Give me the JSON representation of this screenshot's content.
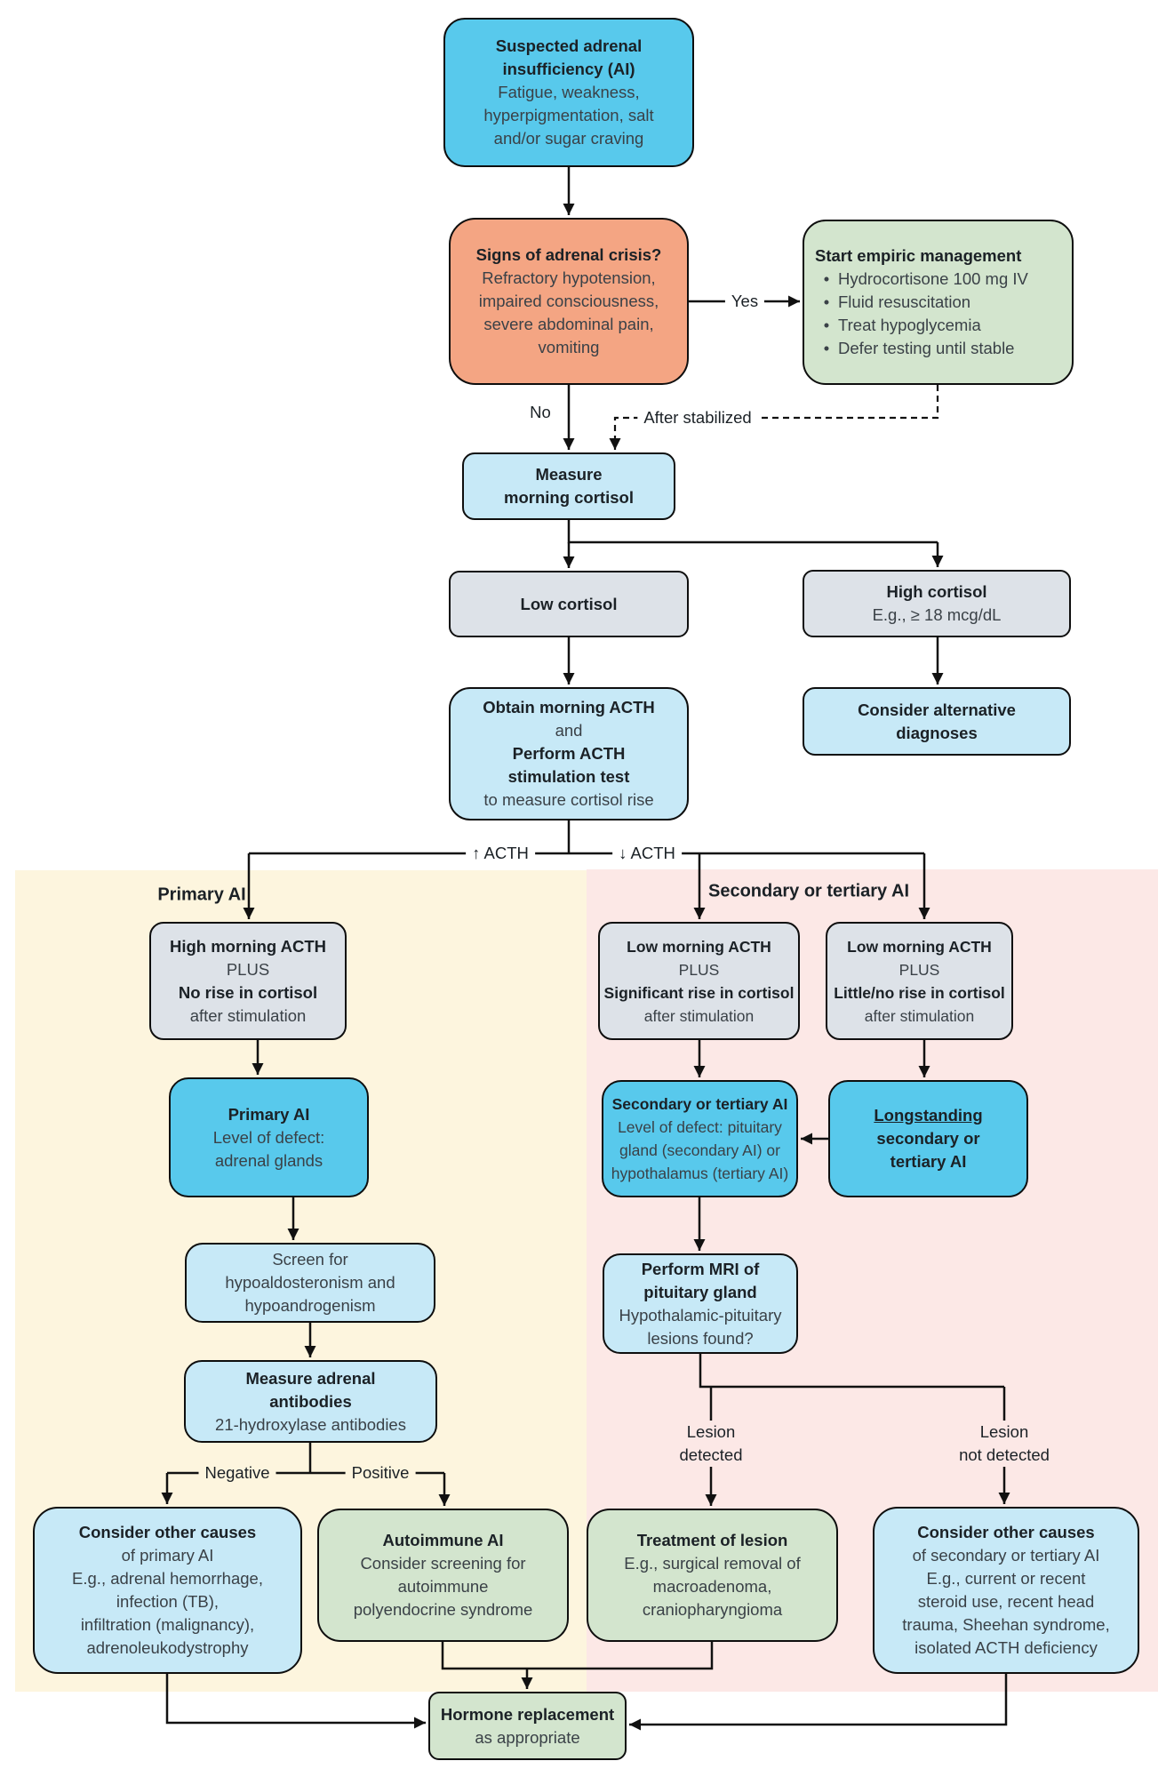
{
  "colors": {
    "bright_blue": "#58C9EC",
    "light_blue": "#C7E9F7",
    "gray": "#DDE2E8",
    "salmon": "#F4A583",
    "green": "#D3E5CE",
    "yellow_panel": "#FDF5DE",
    "pink_panel": "#FCE8E6",
    "line": "#111111"
  },
  "panels": {
    "primary": {
      "heading": "Primary AI"
    },
    "secondary": {
      "heading": "Secondary or tertiary AI"
    }
  },
  "labels": {
    "yes": "Yes",
    "no": "No",
    "after_stabilized": "After stabilized",
    "acth_up": "↑ ACTH",
    "acth_down": "↓ ACTH",
    "negative": "Negative",
    "positive": "Positive",
    "lesion_detected": [
      "Lesion",
      "detected"
    ],
    "lesion_not_detected": [
      "Lesion",
      "not detected"
    ]
  },
  "boxes": {
    "suspected": {
      "lines": [
        "Suspected adrenal",
        "insufficiency (AI)",
        "Fatigue, weakness,",
        "hyperpigmentation, salt",
        "and/or sugar craving"
      ]
    },
    "crisis": {
      "lines": [
        "Signs of adrenal crisis?",
        "Refractory hypotension,",
        "impaired consciousness,",
        "severe abdominal pain,",
        "vomiting"
      ]
    },
    "empiric": {
      "title": "Start empiric management",
      "items": [
        "Hydrocortisone 100 mg IV",
        "Fluid resuscitation",
        "Treat hypoglycemia",
        "Defer testing until stable"
      ]
    },
    "measure_cortisol": {
      "lines": [
        "Measure",
        "morning cortisol"
      ]
    },
    "low_cortisol": {
      "lines": [
        "Low cortisol"
      ]
    },
    "high_cortisol": {
      "lines": [
        "High cortisol",
        "E.g., ≥ 18  mcg/dL"
      ]
    },
    "alternative": {
      "lines": [
        "Consider alternative",
        "diagnoses"
      ]
    },
    "obtain": {
      "lines": [
        "Obtain morning ACTH",
        "and",
        "Perform ACTH",
        "stimulation test",
        "to measure cortisol rise"
      ]
    },
    "high_acth": {
      "lines": [
        "High morning ACTH",
        "PLUS",
        "No rise in cortisol",
        "after stimulation"
      ]
    },
    "low_acth_sig": {
      "lines": [
        "Low morning ACTH",
        "PLUS",
        "Significant rise in cortisol",
        "after stimulation"
      ]
    },
    "low_acth_little": {
      "lines": [
        "Low morning ACTH",
        "PLUS",
        "Little/no rise in cortisol",
        "after stimulation"
      ]
    },
    "primary_ai": {
      "lines": [
        "Primary AI",
        "Level of defect:",
        "adrenal glands"
      ]
    },
    "secondary_ai": {
      "lines": [
        "Secondary or tertiary AI",
        "Level of defect: pituitary",
        "gland (secondary AI) or",
        "hypothalamus (tertiary AI)"
      ]
    },
    "longstanding": {
      "lines": [
        "Longstanding",
        "secondary or",
        "tertiary AI"
      ]
    },
    "screen": {
      "lines": [
        "Screen for",
        "hypoaldosteronism and",
        "hypoandrogenism"
      ]
    },
    "antibodies": {
      "lines": [
        "Measure adrenal",
        "antibodies",
        "21-hydroxylase antibodies"
      ]
    },
    "mri": {
      "lines": [
        "Perform MRI of",
        "pituitary gland",
        "Hypothalamic-pituitary",
        "lesions found?"
      ]
    },
    "causes_primary": {
      "lines": [
        "Consider other causes",
        "of primary AI",
        "E.g., adrenal hemorrhage,",
        "infection (TB),",
        "infiltration (malignancy),",
        "adrenoleukodystrophy"
      ]
    },
    "autoimmune": {
      "lines": [
        "Autoimmune AI",
        "Consider screening for",
        "autoimmune",
        "polyendocrine syndrome"
      ]
    },
    "treatment": {
      "lines": [
        "Treatment of lesion",
        "E.g., surgical removal of",
        "macroadenoma,",
        "craniopharyngioma"
      ]
    },
    "causes_secondary": {
      "lines": [
        "Consider other causes",
        "of secondary or tertiary AI",
        "E.g., current or recent",
        "steroid use, recent head",
        "trauma, Sheehan syndrome,",
        "isolated ACTH deficiency"
      ]
    },
    "hormone": {
      "lines": [
        "Hormone replacement",
        "as appropriate"
      ]
    }
  }
}
